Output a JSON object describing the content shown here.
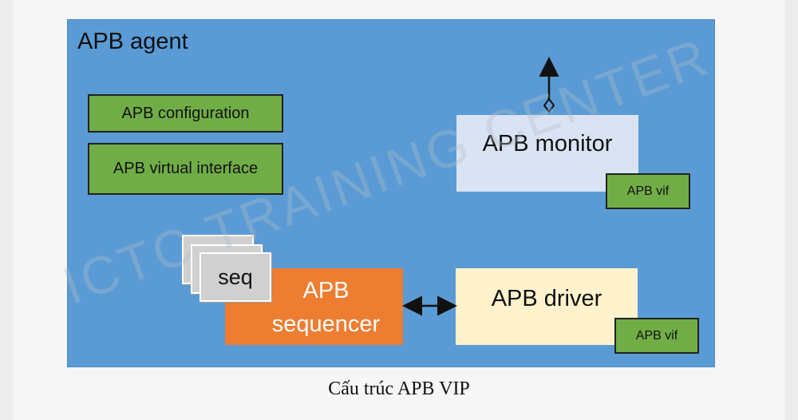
{
  "diagram": {
    "agent_title": "APB agent",
    "configuration_label": "APB configuration",
    "virtual_interface_label": "APB virtual interface",
    "monitor_label": "APB monitor",
    "monitor_vif_label": "APB vif",
    "driver_label": "APB driver",
    "driver_vif_label": "APB vif",
    "seq_label": "seq",
    "sequencer_line1": "APB",
    "sequencer_line2": "sequencer",
    "watermark": "ICTC TRAINING CENTER"
  },
  "caption": "Cấu trúc APB VIP",
  "colors": {
    "agent_background": "#5b9bd5",
    "green_box": "#70ad47",
    "monitor_background": "#dae3f3",
    "driver_background": "#fff2cc",
    "sequencer_background": "#ed7d31",
    "seq_card": "#d0d0d0"
  }
}
